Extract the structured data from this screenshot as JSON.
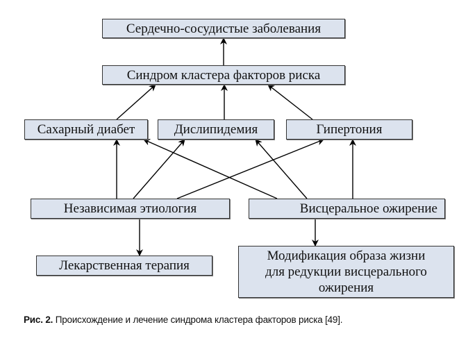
{
  "diagram": {
    "nodes": [
      {
        "id": "cvd",
        "label": "Сердечно-сосудистые заболевания"
      },
      {
        "id": "cluster",
        "label": "Синдром кластера факторов риска"
      },
      {
        "id": "diabetes",
        "label": "Сахарный диабет"
      },
      {
        "id": "dyslipidemia",
        "label": "Дислипидемия"
      },
      {
        "id": "hypertension",
        "label": "Гипертония"
      },
      {
        "id": "independent",
        "label": "Независимая этиология"
      },
      {
        "id": "visceral",
        "label": "Висцеральное ожирение"
      },
      {
        "id": "drug",
        "label": "Лекарственная терапия"
      },
      {
        "id": "lifestyle",
        "label": "Модификация образа жизни\nдля редукции висцерального\nожирения"
      }
    ],
    "edges": [
      {
        "from": "cluster",
        "to": "cvd"
      },
      {
        "from": "diabetes",
        "to": "cluster"
      },
      {
        "from": "dyslipidemia",
        "to": "cluster"
      },
      {
        "from": "hypertension",
        "to": "cluster"
      },
      {
        "from": "independent",
        "to": "diabetes"
      },
      {
        "from": "independent",
        "to": "dyslipidemia"
      },
      {
        "from": "independent",
        "to": "hypertension"
      },
      {
        "from": "visceral",
        "to": "diabetes"
      },
      {
        "from": "visceral",
        "to": "dyslipidemia"
      },
      {
        "from": "visceral",
        "to": "hypertension"
      },
      {
        "from": "independent",
        "to": "drug"
      },
      {
        "from": "visceral",
        "to": "lifestyle"
      }
    ],
    "colors": {
      "node_fill": "#dce3ee",
      "node_border": "#333333",
      "edge": "#000000"
    }
  },
  "caption": {
    "label": "Рис. 2.",
    "text": " Происхождение и лечение синдрома кластера факторов риска [49]."
  }
}
